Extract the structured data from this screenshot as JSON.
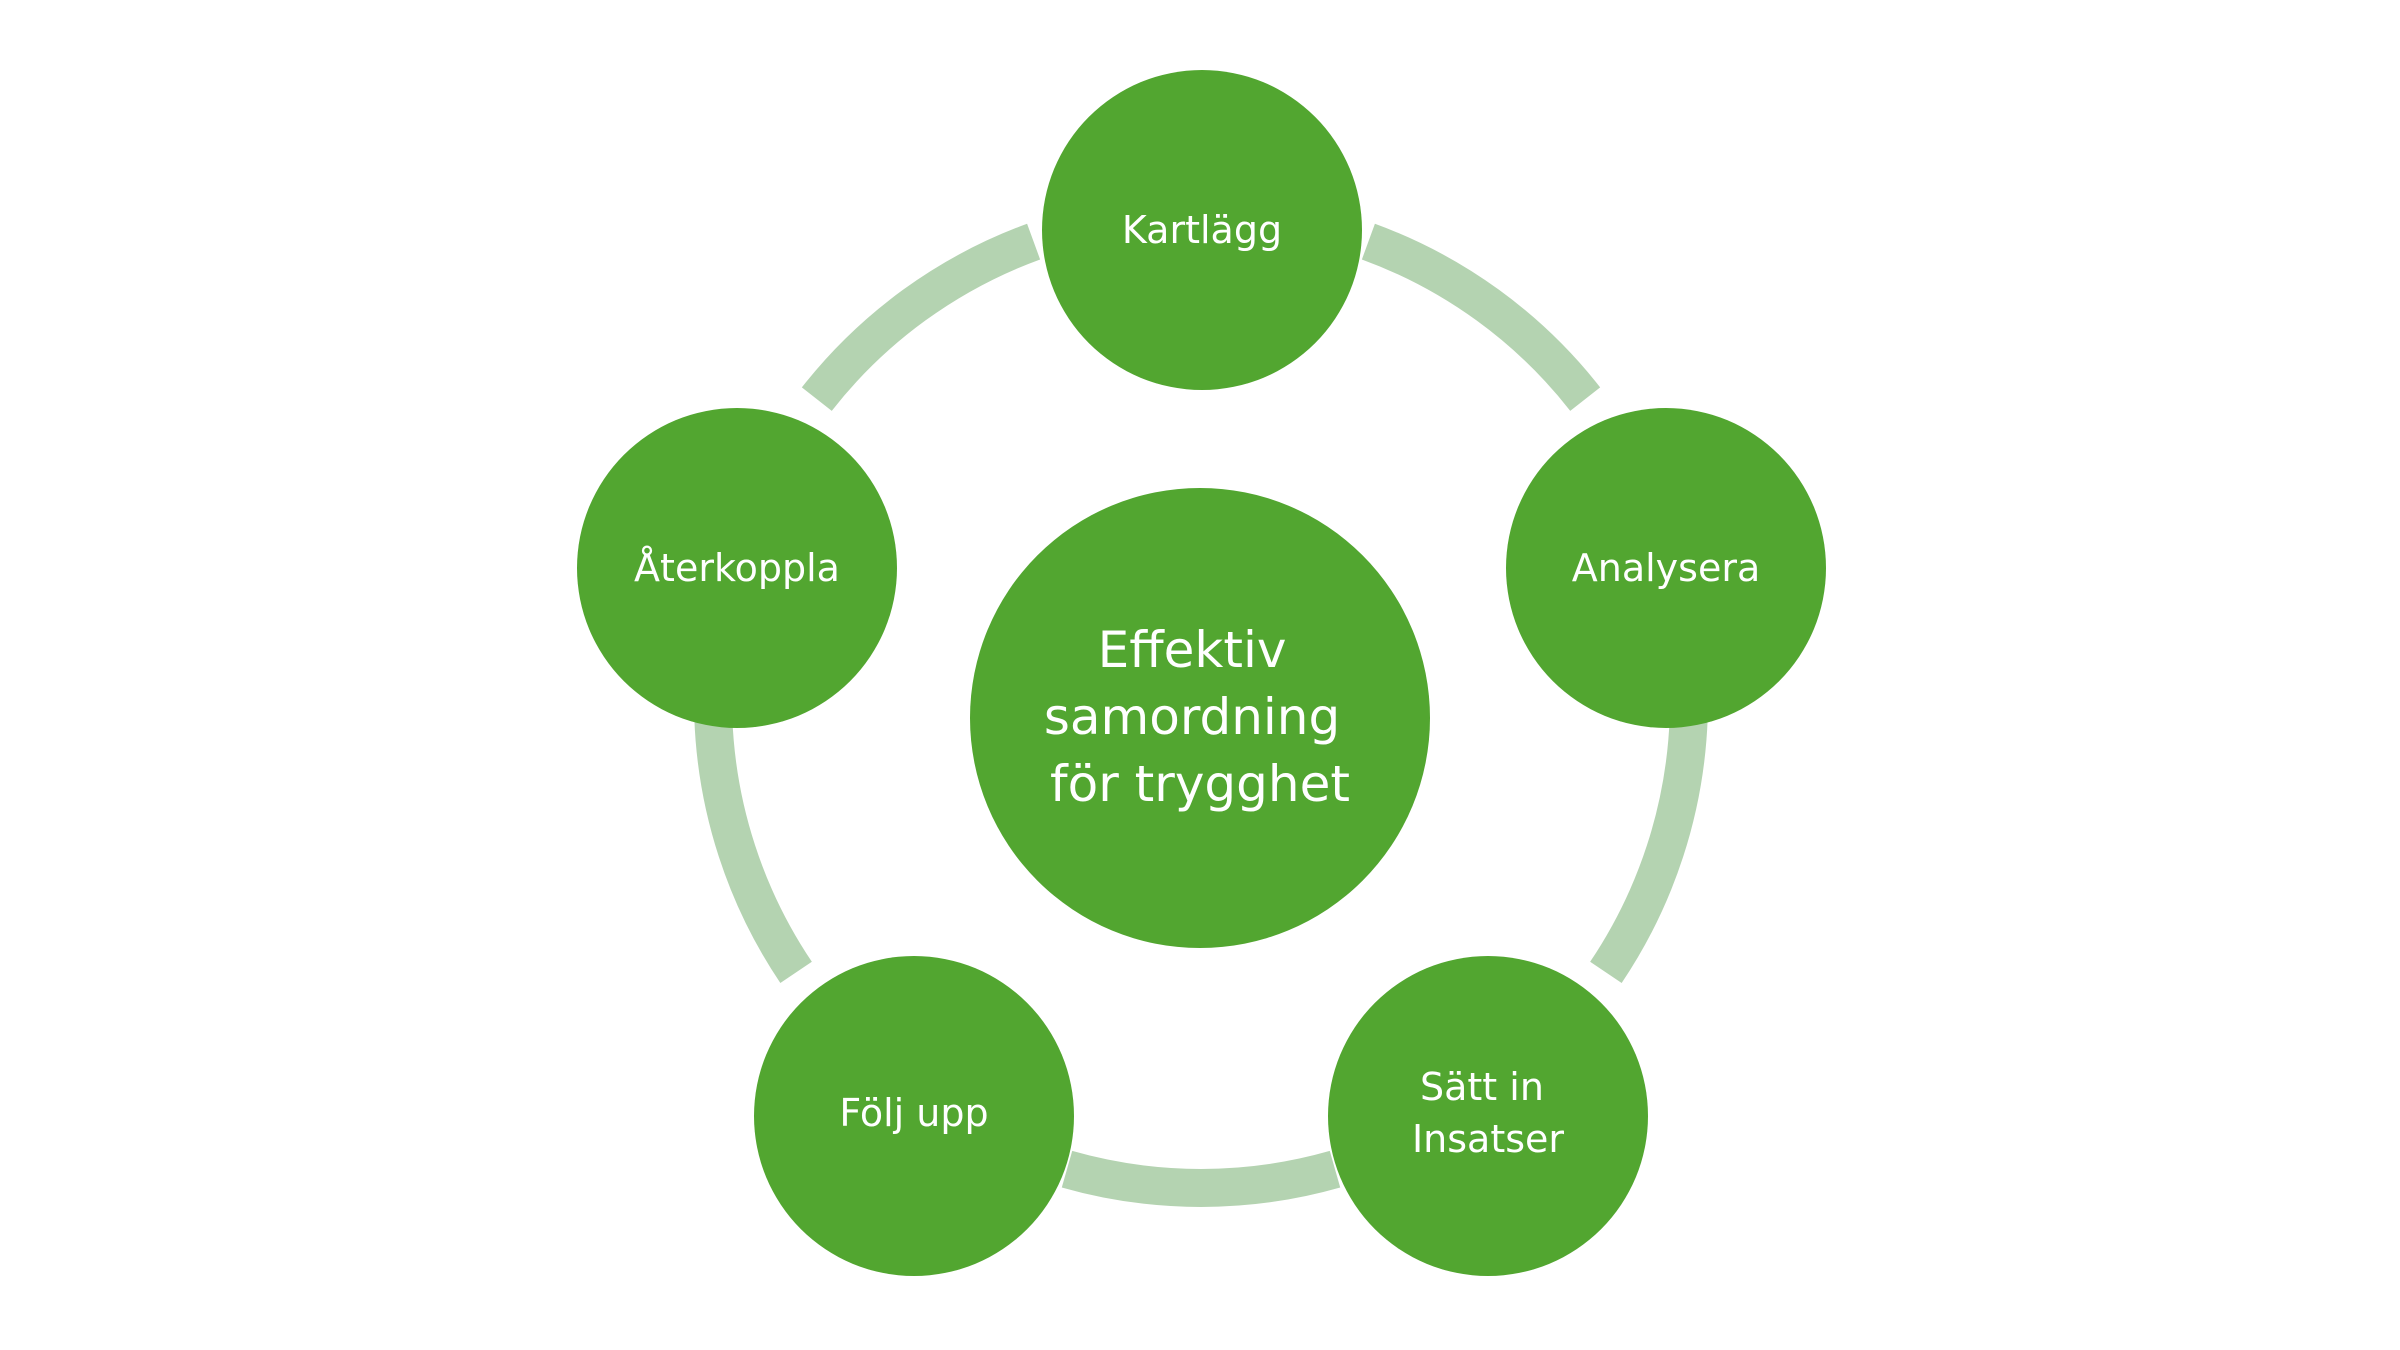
{
  "colors": {
    "background": "#ffffff",
    "node_fill": "#52a630",
    "ring": "#b4d3b1",
    "text": "#ffffff"
  },
  "center": {
    "lines": [
      "Effektiv",
      "samordning",
      "för trygghet"
    ]
  },
  "nodes": [
    {
      "lines": [
        "Kartlägg"
      ]
    },
    {
      "lines": [
        "Analysera"
      ]
    },
    {
      "lines": [
        "Sätt in",
        "Insatser"
      ]
    },
    {
      "lines": [
        "Följ upp"
      ]
    },
    {
      "lines": [
        "Återkoppla"
      ]
    }
  ]
}
